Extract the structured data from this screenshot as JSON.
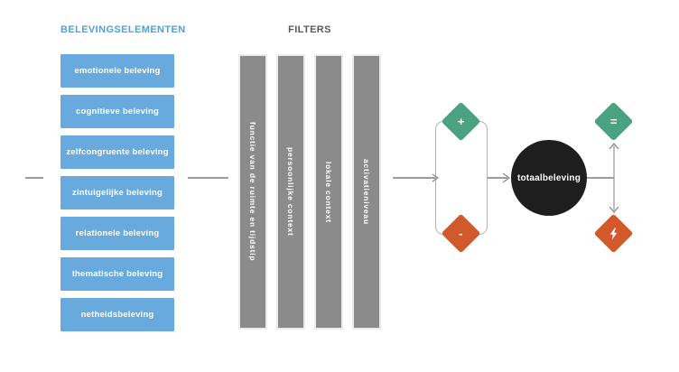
{
  "diagram": {
    "left": {
      "title": "BELEVINGSELEMENTEN",
      "items": [
        "emotionele beleving",
        "cognitieve beleving",
        "zelfcongruente beleving",
        "zintuigelijke beleving",
        "relationele beleving",
        "thematische beleving",
        "netheidsbeleving"
      ]
    },
    "filters": {
      "title": "FILTERS",
      "bars": [
        "functie van de ruimte en tijdstip",
        "persoonlijke context",
        "lokale context",
        "activatieniveau"
      ]
    },
    "modifiers": {
      "plus": "+",
      "minus": "-"
    },
    "result": {
      "label": "totaalbeleving"
    },
    "outcomes": {
      "equals": "=",
      "bolt_icon": "lightning-icon"
    }
  },
  "colors": {
    "element_blue": "#68aade",
    "title_blue": "#4ca3da",
    "bar_gray": "#8b8b8b",
    "title_gray": "#595959",
    "diamond_green": "#4aa283",
    "diamond_orange": "#d2592c",
    "circle_black": "#1e1e1e",
    "line_gray": "#9c9c9c"
  }
}
